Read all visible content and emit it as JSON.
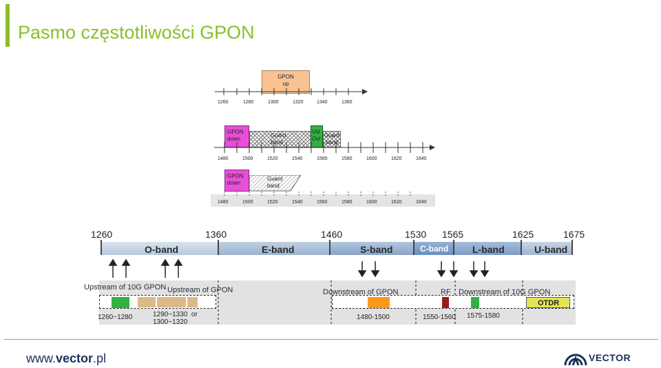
{
  "title": "Pasmo częstotliwości GPON",
  "chart1": {
    "box_label": "GPON\nup",
    "ticks": [
      "1260",
      "1280",
      "1300",
      "1320",
      "1340",
      "1360"
    ]
  },
  "chart2": {
    "gpon_down": "GPON\ndown",
    "guard1": "Guard\nband",
    "video": "Vid\nOvl",
    "guard2": "Guard\nband",
    "ticks": [
      "1480",
      "1500",
      "1520",
      "1540",
      "1560",
      "1580",
      "1600",
      "1620",
      "1640"
    ]
  },
  "chart3": {
    "gpon_down": "GPON\ndown",
    "guard": "Guard\nband",
    "ticks": [
      "1480",
      "1500",
      "1520",
      "1540",
      "1560",
      "1580",
      "1600",
      "1620",
      "1640"
    ]
  },
  "bands": {
    "numbers": [
      "1260",
      "1360",
      "1460",
      "1530",
      "1565",
      "1625",
      "1675"
    ],
    "labels": [
      "O-band",
      "E-band",
      "S-band",
      "C-band",
      "L-band",
      "U-band"
    ]
  },
  "allocation": {
    "up10g": "Upstream of 10G GPON",
    "up_gpon": "Upstream of  GPON",
    "down_gpon": "Downstream of GPON",
    "rf": "RF",
    "down10g": "Downstream of 10G GPON",
    "otdr": "OTDR",
    "r1": "1260~1280",
    "r2": "1290~1330  or\n1300~1320",
    "r3": "1480-1500",
    "r4": "1550-1560",
    "r5": "1575-1580"
  },
  "footer": {
    "url_prefix": "www.",
    "url_bold": "vector",
    "url_suffix": ".pl",
    "logo": "VECTOR"
  },
  "colors": {
    "title": "#8cbf26",
    "gpon_up": "#f9c292",
    "gpon_down": "#e94ed8",
    "video": "#33b042",
    "orange": "#fb9a18",
    "rf": "#a01818",
    "otdr": "#e4e456",
    "tan": "#ddb98a"
  }
}
